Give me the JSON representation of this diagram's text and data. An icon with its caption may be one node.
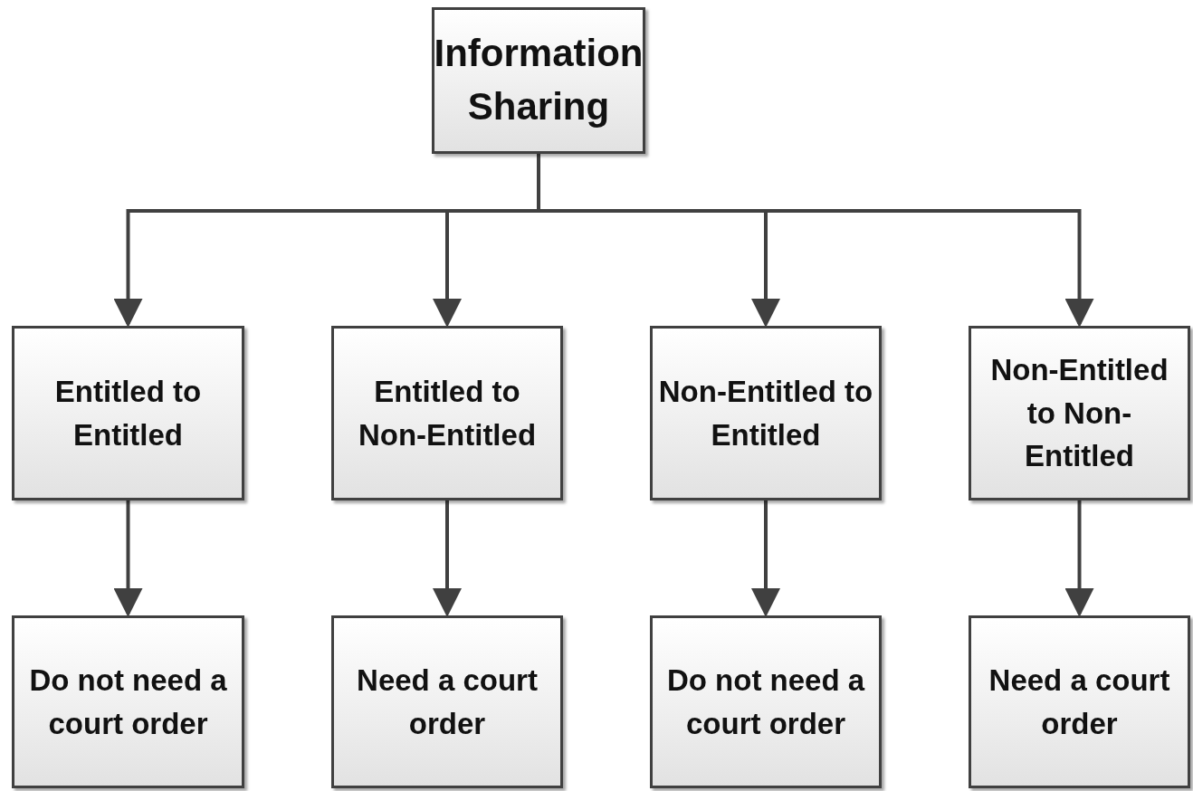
{
  "diagram": {
    "nodes": [
      {
        "text": [
          "Information Sharing"
        ]
      },
      {
        "text": [
          "Entitled to Entitled"
        ]
      },
      {
        "text": [
          "Entitled to Non-Entitled"
        ]
      },
      {
        "text": [
          "Non-Entitled to Entitled"
        ]
      },
      {
        "text": [
          "Non-Entitled to Non-Entitled"
        ]
      },
      {
        "text": [
          "Do not need a court order"
        ]
      },
      {
        "text": [
          "Need a court order"
        ]
      },
      {
        "text": [
          "Do not need a court order"
        ]
      },
      {
        "text": [
          "Need a court order"
        ]
      }
    ],
    "edges": [
      {
        "from": 0,
        "to": 1,
        "arrow": "to"
      },
      {
        "from": 0,
        "to": 2,
        "arrow": "to"
      },
      {
        "from": 0,
        "to": 3,
        "arrow": "to"
      },
      {
        "from": 0,
        "to": 4,
        "arrow": "to"
      },
      {
        "from": 1,
        "to": 5,
        "arrow": "to"
      },
      {
        "from": 2,
        "to": 6,
        "arrow": "to"
      },
      {
        "from": 3,
        "to": 7,
        "arrow": "to"
      },
      {
        "from": 4,
        "to": 8,
        "arrow": "to"
      }
    ]
  }
}
